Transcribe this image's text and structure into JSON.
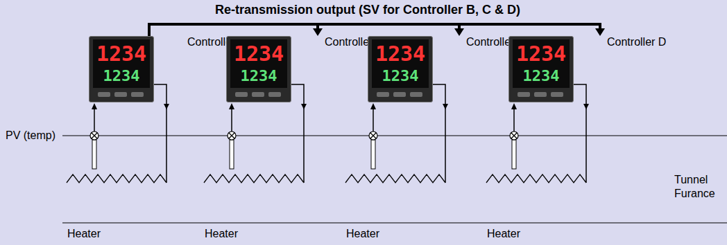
{
  "diagram": {
    "title": "Re-transmission output (SV for Controller B, C & D)",
    "nodes": [
      {
        "text": [
          "Controller A"
        ]
      },
      {
        "text": [
          "Controller B"
        ]
      },
      {
        "text": [
          "Controller C"
        ]
      },
      {
        "text": [
          "Controller D"
        ]
      }
    ],
    "edges": [
      {
        "from": 0,
        "to": 1,
        "arrow": "to"
      },
      {
        "from": 0,
        "to": 2,
        "arrow": "to"
      },
      {
        "from": 0,
        "to": 3,
        "arrow": "to"
      }
    ],
    "labels": [
      "1234",
      "1234",
      "1234",
      "1234",
      "1234",
      "1234",
      "1234",
      "1234",
      "PV (temp)",
      "Heater",
      "Heater",
      "Heater",
      "Heater",
      "Tunnel Furance"
    ]
  }
}
